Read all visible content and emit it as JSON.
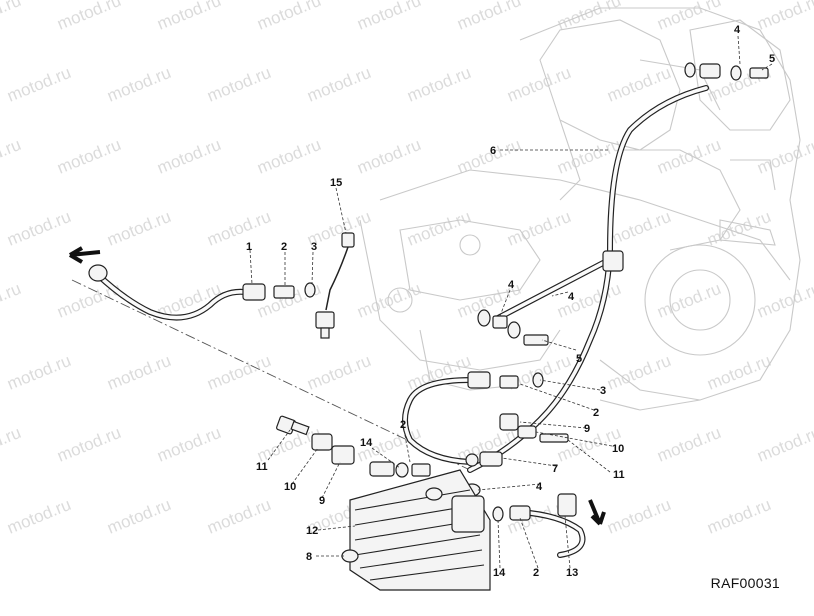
{
  "diagram": {
    "code": "RAF00031",
    "watermark": "motod.ru",
    "callouts": [
      "1",
      "2",
      "3",
      "4",
      "5",
      "6",
      "7",
      "8",
      "9",
      "10",
      "11",
      "12",
      "13",
      "14",
      "15"
    ]
  }
}
